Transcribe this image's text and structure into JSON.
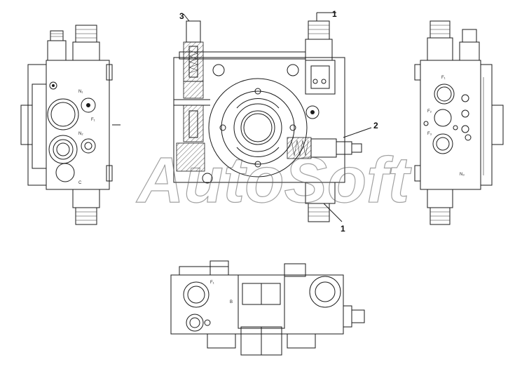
{
  "callouts": {
    "c1_top": "1",
    "c1_bottom": "1",
    "c2": "2",
    "c3": "3"
  },
  "ports": {
    "left_n1": "N₁",
    "left_f": "F₁",
    "left_n2": "N₂",
    "left_c": "C",
    "right_f1": "F₁",
    "right_f2": "F₂",
    "right_f3": "F₃",
    "right_n": "N₃",
    "bottom_f": "F₁",
    "bottom_b": "B"
  },
  "watermark": "AutoSoft"
}
